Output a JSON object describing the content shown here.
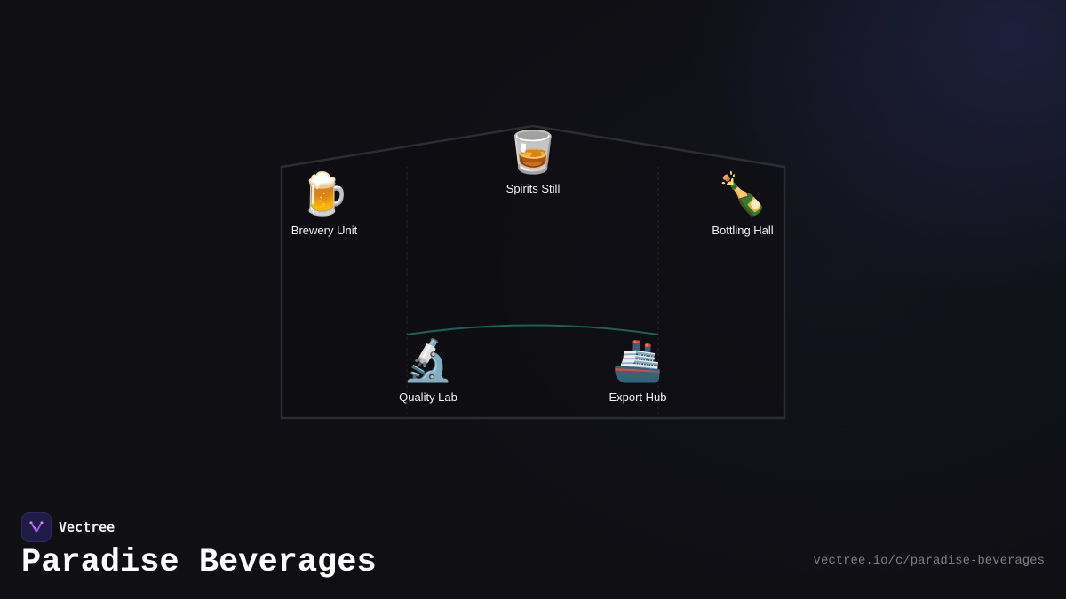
{
  "brand": {
    "name": "Vectree",
    "logo_icon": "vectree-logo-icon",
    "logo_color": "#a35bd9"
  },
  "page": {
    "title": "Paradise Beverages",
    "url": "vectree.io/c/paradise-beverages"
  },
  "diagram": {
    "nodes": [
      {
        "id": "brewery",
        "label": "Brewery Unit",
        "icon": "🍺",
        "icon_name": "beer-mug-icon"
      },
      {
        "id": "spirits",
        "label": "Spirits Still",
        "icon": "🥃",
        "icon_name": "tumbler-glass-icon"
      },
      {
        "id": "bottling",
        "label": "Bottling Hall",
        "icon": "🍾",
        "icon_name": "champagne-bottle-icon"
      },
      {
        "id": "lab",
        "label": "Quality Lab",
        "icon": "🔬",
        "icon_name": "microscope-icon"
      },
      {
        "id": "export",
        "label": "Export Hub",
        "icon": "🚢",
        "icon_name": "ship-icon"
      }
    ],
    "connections": [
      {
        "from": "lab",
        "to": "export",
        "color": "#1f5f55"
      }
    ],
    "colors": {
      "outline": "#2c2c33",
      "divider": "#26262d"
    }
  }
}
